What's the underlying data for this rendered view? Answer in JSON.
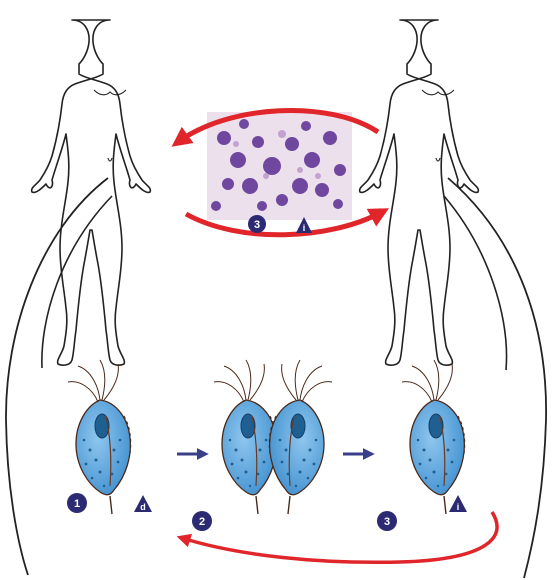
{
  "colors": {
    "arrow_red": "#e0262a",
    "marker_navy": "#2b2a72",
    "outline": "#222222",
    "parasite_blue": "#5fa9dc",
    "parasite_dark": "#1f5f92",
    "blood_bg": "#e9dcea",
    "cell_purple": "#6a3f9b",
    "small_arrow": "#3a3f8a"
  },
  "icons": {
    "human_figure": "human-figure-outline",
    "parasite": "trichomonas-trophozoite",
    "smear": "stained-blood-smear-micrograph"
  },
  "markers": {
    "stage_1": "1",
    "stage_2": "2",
    "stage_3": "3",
    "smear_stage": "3",
    "diagnostic": "d",
    "infective": "i",
    "smear_infective": "i"
  }
}
